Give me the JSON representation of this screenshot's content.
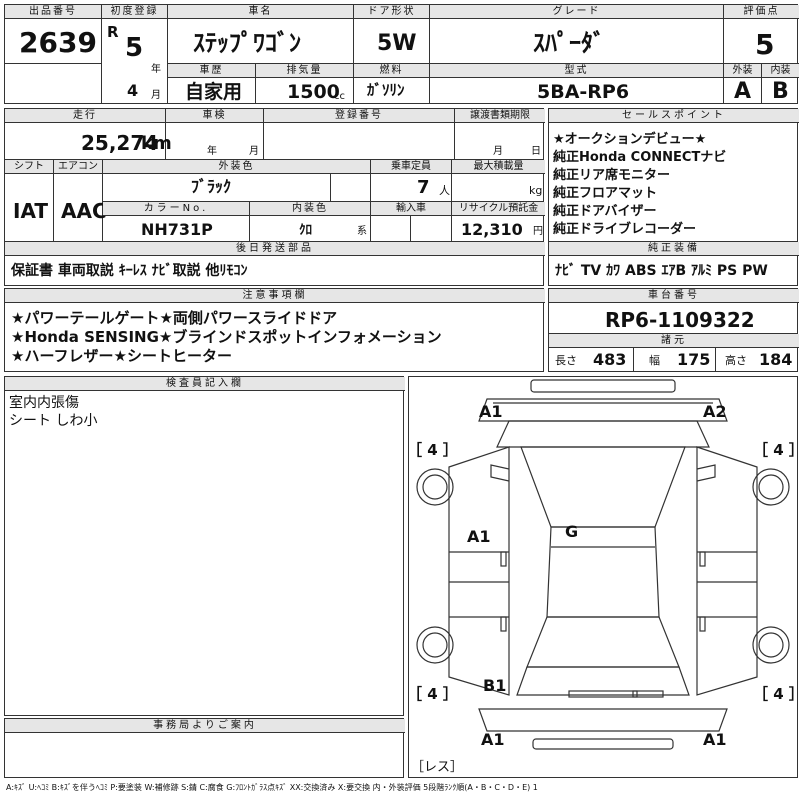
{
  "top": {
    "lot_label": "出品番号",
    "lot_number": "2639",
    "first_reg_label": "初度登録",
    "era": "R",
    "year": "5",
    "year_unit": "年",
    "month": "4",
    "month_unit": "月",
    "car_name_label": "車名",
    "car_name": "ｽﾃｯﾌﾟﾜｺﾞﾝ",
    "door_label": "ドア形状",
    "door": "5W",
    "grade_label": "グレード",
    "grade": "ｽﾊﾟｰﾀﾞ",
    "score_label": "評価点",
    "score": "5",
    "history_label": "車歴",
    "history": "自家用",
    "displacement_label": "排気量",
    "displacement": "1500",
    "displacement_unit": "cc",
    "fuel_label": "燃料",
    "fuel": "ｶﾞｿﾘﾝ",
    "model_label": "型式",
    "model": "5BA-RP6",
    "exterior_label": "外装",
    "exterior": "A",
    "interior_label": "内装",
    "interior": "B"
  },
  "mid": {
    "mileage_label": "走行",
    "mileage": "25,274",
    "mileage_unit": "km",
    "inspection_label": "車検",
    "insp_year_unit": "年",
    "insp_month_unit": "月",
    "regno_label": "登録番号",
    "transfer_label": "譲渡書類期限",
    "transfer_month_unit": "月",
    "transfer_day_unit": "日",
    "shift_label": "シフト",
    "shift": "IAT",
    "ac_label": "エアコン",
    "ac": "AAC",
    "color_label": "外装色",
    "color": "ﾌﾞﾗｯｸ",
    "capacity_label": "乗車定員",
    "capacity": "7",
    "capacity_unit": "人",
    "maxload_label": "最大積載量",
    "maxload_unit": "kg",
    "colorno_label": "カラーNo.",
    "colorno": "NH731P",
    "intcolor_label": "内装色",
    "intcolor": "ｸﾛ",
    "intcolor_unit": "系",
    "import_label": "輸入車",
    "recycle_label": "リサイクル預託金",
    "recycle": "12,310",
    "recycle_unit": "円",
    "later_label": "後日発送部品",
    "later": "保証書 車両取説 ｷｰﾚｽ ﾅﾋﾞ取説 他ﾘﾓｺﾝ"
  },
  "sales": {
    "label": "セールスポイント",
    "points": [
      "★オークションデビュー★",
      "純正Honda CONNECTナビ",
      "純正リア席モニター",
      "純正フロアマット",
      "純正ドアバイザー",
      "純正ドライブレコーダー"
    ],
    "equip_label": "純正装備",
    "equip": "ﾅﾋﾞ TV ｶﾜ ABS ｴｱB ｱﾙﾐ PS PW"
  },
  "notes": {
    "label": "注意事項欄",
    "lines": [
      "★パワーテールゲート★両側パワースライドドア",
      "★Honda SENSING★ブラインドスポットインフォメーション",
      "★ハーフレザー★シートヒーター"
    ]
  },
  "chassis": {
    "label": "車台番号",
    "number": "RP6-1109322",
    "dims_label": "諸元",
    "length_label": "長さ",
    "length": "483",
    "width_label": "幅",
    "width": "175",
    "height_label": "高さ",
    "height": "184"
  },
  "inspector": {
    "label": "検査員記入欄",
    "lines": [
      "室内内張傷",
      "シート しわ小"
    ]
  },
  "office": {
    "label": "事務局よりご案内"
  },
  "diagram": {
    "marks": {
      "a1_top_left": "A1",
      "a2_top_right": "A2",
      "tire_front_left": "［ 4 ］",
      "tire_front_right": "［ 4 ］",
      "tire_rear_left": "［ 4 ］",
      "tire_rear_right": "［ 4 ］",
      "g_roof": "G",
      "a1_side": "A1",
      "b1_side": "B1",
      "a1_bottom_left": "A1",
      "a1_bottom_right": "A1",
      "spare": "［レス］"
    }
  },
  "legend": "A:ｷｽﾞ U:ﾍｺﾐ B:ｷｽﾞを伴うﾍｺﾐ P:要塗装 W:補修跡 S:錆 C:腐食 G:ﾌﾛﾝﾄｶﾞﾗｽ点ｷｽﾞ XX:交換済み X:要交換 内・外装評価 5段階ﾗﾝｸ順(A・B・C・D・E) 1"
}
